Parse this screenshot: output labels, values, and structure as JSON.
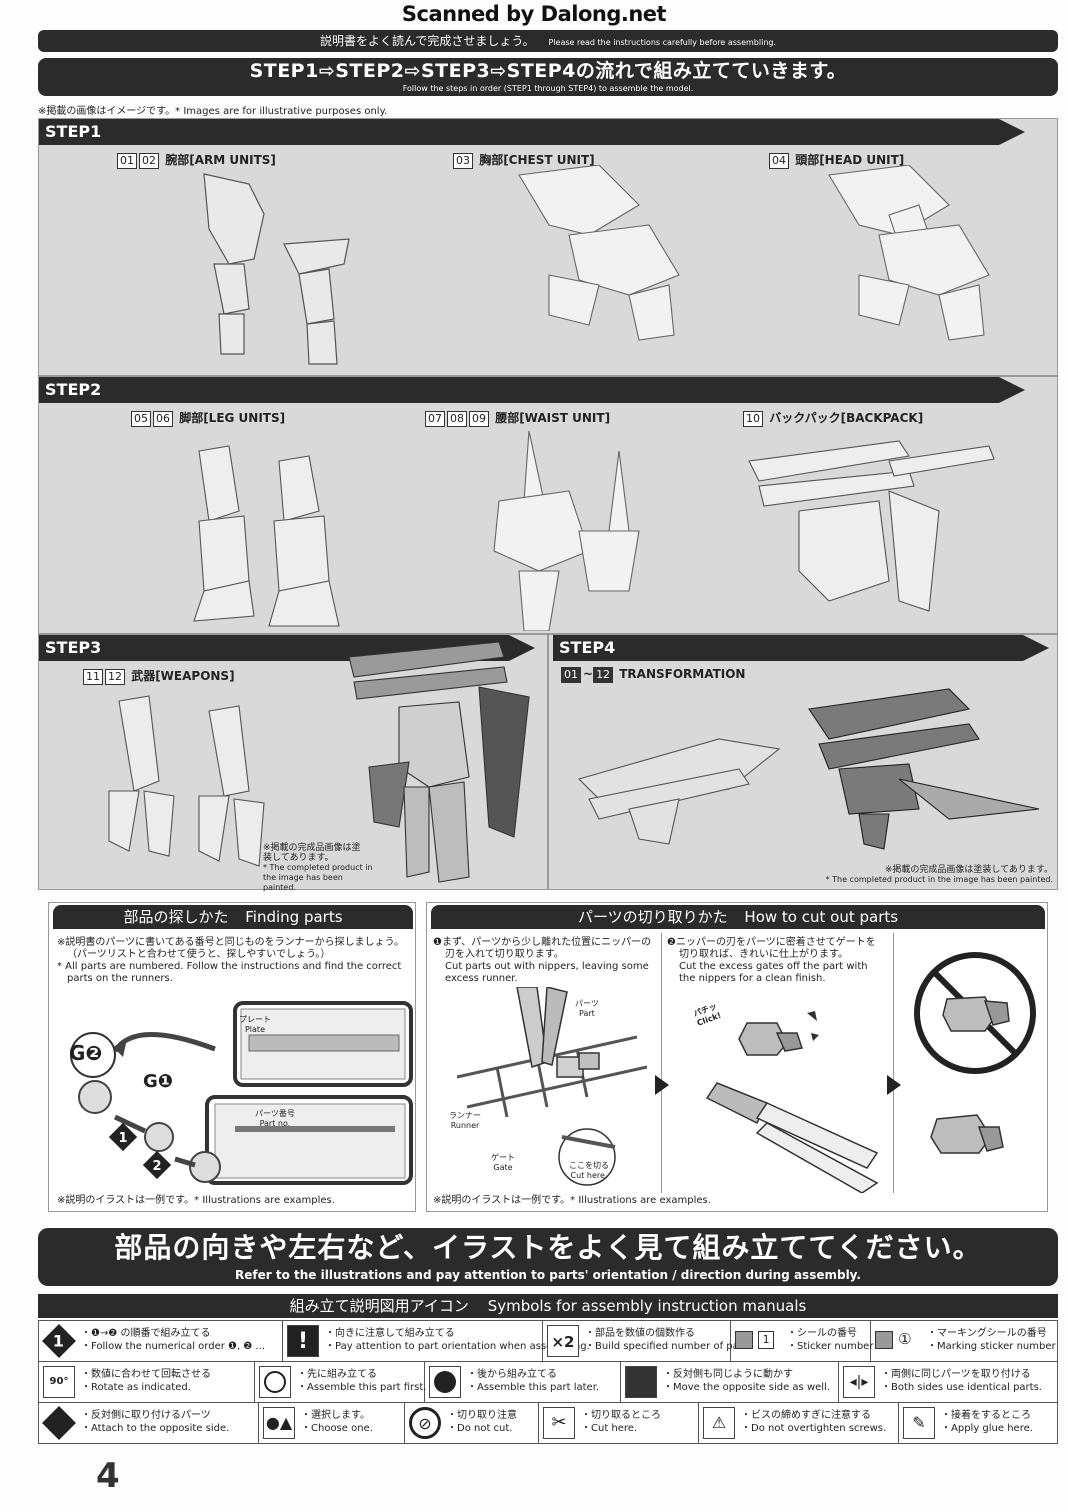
{
  "watermark": "Scanned by Dalong.net",
  "header": {
    "jp": "説明書をよく読んで完成させましょう。",
    "en": "Please read the instructions carefully before assembling."
  },
  "flow": {
    "jp": "STEP1⇨STEP2⇨STEP3⇨STEP4の流れで組み立てていきます。",
    "en": "Follow the steps in order (STEP1 through STEP4) to assemble the model."
  },
  "note": "※掲載の画像はイメージです。* Images are for illustrative purposes only.",
  "step1": {
    "title": "STEP1",
    "parts": [
      {
        "nums": [
          "01",
          "02"
        ],
        "label": "腕部[ARM UNITS]"
      },
      {
        "nums": [
          "03"
        ],
        "label": "胸部[CHEST UNIT]"
      },
      {
        "nums": [
          "04"
        ],
        "label": "頭部[HEAD UNIT]"
      }
    ]
  },
  "step2": {
    "title": "STEP2",
    "parts": [
      {
        "nums": [
          "05",
          "06"
        ],
        "label": "脚部[LEG UNITS]"
      },
      {
        "nums": [
          "07",
          "08",
          "09"
        ],
        "label": "腰部[WAIST UNIT]"
      },
      {
        "nums": [
          "10"
        ],
        "label": "バックパック[BACKPACK]"
      }
    ]
  },
  "step3": {
    "title": "STEP3",
    "nums": [
      "11",
      "12"
    ],
    "label": "武器[WEAPONS]",
    "painted_jp": "※掲載の完成品画像は塗装してあります。",
    "painted_en": "* The completed product in the image has been painted."
  },
  "step4": {
    "title": "STEP4",
    "num_from": "01",
    "tilde": "~",
    "num_to": "12",
    "label": "TRANSFORMATION",
    "painted_jp": "※掲載の完成品画像は塗装してあります。",
    "painted_en": "* The completed product in the image has been painted."
  },
  "finding": {
    "title_jp": "部品の探しかた",
    "title_en": "Finding parts",
    "jp1": "※説明書のパーツに書いてある番号と同じものをランナーから探しましょう。",
    "jp2": "（パーツリストと合わせて使うと、探しやすいでしょう。）",
    "en1": "* All parts are numbered. Follow the instructions and find the correct",
    "en2": "parts on the runners.",
    "g2": "G❷",
    "g1": "G❶",
    "plate_jp": "プレート",
    "plate_en": "Plate",
    "partno_jp": "パーツ番号",
    "partno_en": "Part no.",
    "footer": "※説明のイラストは一例です。* Illustrations are examples."
  },
  "cutting": {
    "title_jp": "パーツの切り取りかた",
    "title_en": "How to cut out parts",
    "s1_jp1": "❶まず、パーツから少し離れた位置にニッパーの",
    "s1_jp2": "刃を入れて切り取ります。",
    "s1_en1": "Cut parts out with nippers, leaving some",
    "s1_en2": "excess runner.",
    "s2_jp1": "❷ニッパーの刃をパーツに密着させてゲートを",
    "s2_jp2": "切り取れば、きれいに仕上がります。",
    "s2_en1": "Cut the excess gates off the part with",
    "s2_en2": "the nippers for a clean finish.",
    "parts_jp": "パーツ",
    "parts_en": "Part",
    "runner_jp": "ランナー",
    "runner_en": "Runner",
    "gate_jp": "ゲート",
    "gate_en": "Gate",
    "cut_jp": "ここを切る",
    "cut_en": "Cut here.",
    "click_jp": "パチッ",
    "click_en": "Click!",
    "footer": "※説明のイラストは一例です。* Illustrations are examples."
  },
  "orientation": {
    "jp": "部品の向きや左右など、イラストをよく見て組み立ててください。",
    "en": "Refer to the illustrations and pay attention to parts' orientation / direction during assembly."
  },
  "symbols": {
    "title_jp": "組み立て説明図用アイコン",
    "title_en": "Symbols for assembly instruction manuals",
    "rows": [
      [
        {
          "icon": "numbered-order-icon",
          "jp": "・❶→❷ の順番で組み立てる",
          "en": "・Follow the numerical order ❶, ❷ ..."
        },
        {
          "icon": "exclamation-icon",
          "jp": "・向きに注意して組み立てる",
          "en": "・Pay attention to part orientation when assembling."
        },
        {
          "icon": "multiply-two-icon",
          "glyph": "×2",
          "jp": "・部品を数値の個数作る",
          "en": "・Build specified number of parts."
        },
        {
          "icon": "sticker-number-icon",
          "glyph": "1",
          "jp": "・シールの番号",
          "en": "・Sticker number"
        },
        {
          "icon": "marking-sticker-icon",
          "glyph": "①",
          "jp": "・マーキングシールの番号",
          "en": "・Marking sticker number"
        }
      ],
      [
        {
          "icon": "rotate-icon",
          "glyph": "90°",
          "jp": "・数値に合わせて回転させる",
          "en": "・Rotate as indicated."
        },
        {
          "icon": "assemble-first-icon",
          "jp": "・先に組み立てる",
          "en": "・Assemble this part first."
        },
        {
          "icon": "assemble-later-icon",
          "jp": "・後から組み立てる",
          "en": "・Assemble this part later."
        },
        {
          "icon": "mirror-move-icon",
          "jp": "・反対側も同じように動かす",
          "en": "・Move the opposite side as well."
        },
        {
          "icon": "both-sides-icon",
          "jp": "・両側に同じパーツを取り付ける",
          "en": "・Both sides use identical parts."
        }
      ],
      [
        {
          "icon": "opposite-side-icon",
          "jp": "・反対側に取り付けるパーツ",
          "en": "・Attach to the opposite side."
        },
        {
          "icon": "choose-one-icon",
          "jp": "・選択します。",
          "en": "・Choose one."
        },
        {
          "icon": "do-not-cut-icon",
          "jp": "・切り取り注意",
          "en": "・Do not cut."
        },
        {
          "icon": "cut-here-icon",
          "jp": "・切り取るところ",
          "en": "・Cut here."
        },
        {
          "icon": "screw-caution-icon",
          "jp": "・ビスの締めすぎに注意する",
          "en": "・Do not overtighten screws."
        },
        {
          "icon": "glue-icon",
          "jp": "・接着をするところ",
          "en": "・Apply glue here."
        }
      ]
    ]
  },
  "page_number": "4"
}
